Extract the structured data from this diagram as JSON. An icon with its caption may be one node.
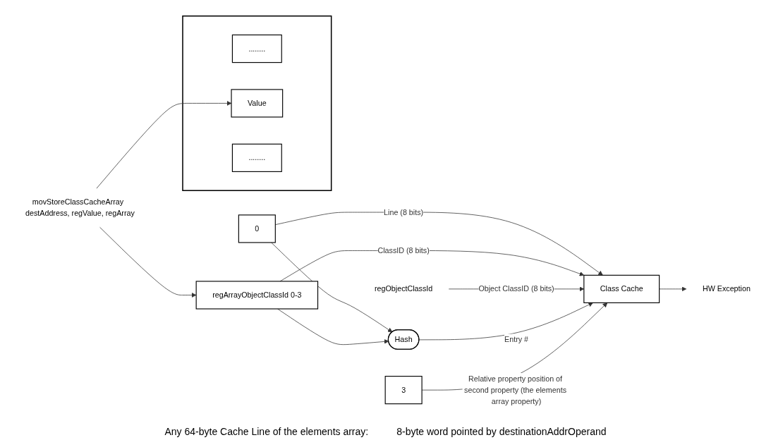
{
  "diagram": {
    "nodes": [
      {
        "text": [
          "0"
        ]
      },
      {
        "text": [
          "Class Cache"
        ]
      },
      {
        "text": [
          "Hash"
        ]
      },
      {
        "text": [
          "HW Exception"
        ]
      },
      {
        "text": [
          "3"
        ]
      },
      {
        "text": [
          "regObjectClassId"
        ]
      },
      {
        "text": [
          "regArrayObjectClassId 0-3"
        ]
      },
      {
        "text": [
          "movStoreClassCacheArray  destAddress, regValue, regArray"
        ]
      },
      {
        "text": [],
        "shape": "bar"
      },
      {
        "text": [
          "........"
        ],
        "in": 8
      },
      {
        "text": [
          "Value"
        ],
        "in": 8
      },
      {
        "text": [
          "........"
        ],
        "in": 8
      }
    ],
    "edges": [
      {
        "from": 0,
        "to": 1,
        "arrow": "to",
        "label": "Line (8 bits)"
      },
      {
        "from": 0,
        "to": 2,
        "arrow": "to"
      },
      {
        "from": 6,
        "to": 1,
        "arrow": "to",
        "label": "ClassID (8 bits)"
      },
      {
        "from": 6,
        "to": 2,
        "arrow": "to"
      },
      {
        "from": 5,
        "to": 1,
        "arrow": "to",
        "label": "Object ClassID (8 bits)"
      },
      {
        "from": 2,
        "to": 1,
        "arrow": "to",
        "label": "Entry #"
      },
      {
        "from": 1,
        "to": 3,
        "arrow": "to"
      },
      {
        "from": 4,
        "to": 1,
        "arrow": "to",
        "label": "Relative property position of second property (the elements array property)"
      },
      {
        "from": 7,
        "to": 6,
        "arrow": "to"
      },
      {
        "from": 7,
        "to": 10,
        "arrow": "to"
      }
    ],
    "labels": [
      "Any 64-byte Cache Line of the elements array:",
      "8-byte word pointed by destinationAddrOperand"
    ]
  }
}
